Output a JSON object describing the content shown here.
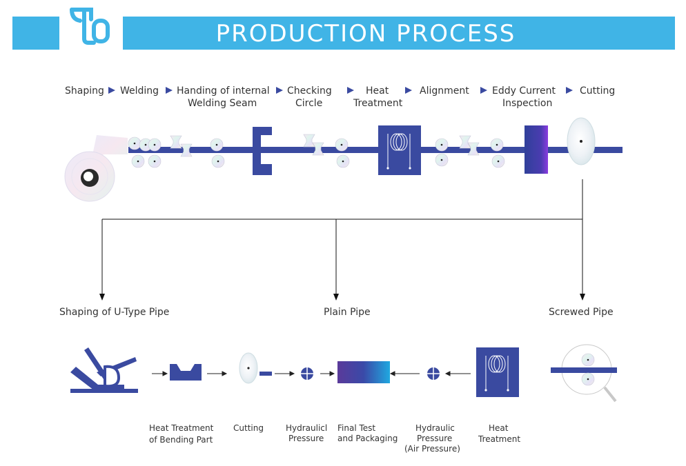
{
  "header": {
    "title": "PRODUCTION PROCESS",
    "accent_color": "#40b4e6",
    "logo_icon": "company-logo-icon"
  },
  "main_line": {
    "steps": [
      {
        "label_l1": "Shaping",
        "label_l2": ""
      },
      {
        "label_l1": "Welding",
        "label_l2": ""
      },
      {
        "label_l1": "Handing of internal",
        "label_l2": "Welding Seam"
      },
      {
        "label_l1": "Checking",
        "label_l2": "Circle"
      },
      {
        "label_l1": "Heat",
        "label_l2": "Treatment"
      },
      {
        "label_l1": "Alignment",
        "label_l2": ""
      },
      {
        "label_l1": "Eddy Current",
        "label_l2": "Inspection"
      },
      {
        "label_l1": "Cutting",
        "label_l2": ""
      }
    ],
    "pipe_color": "#3a4aa0"
  },
  "branches": {
    "u_type": "Shaping of U-Type Pipe",
    "plain": "Plain Pipe",
    "screwed": "Screwed Pipe"
  },
  "bottom_line": {
    "steps": [
      {
        "label_l1": "Heat Treatment",
        "label_l2": "of Bending Part",
        "label_l3": ""
      },
      {
        "label_l1": "Cutting",
        "label_l2": "",
        "label_l3": ""
      },
      {
        "label_l1": "Hydraulicl",
        "label_l2": "Pressure",
        "label_l3": ""
      },
      {
        "label_l1": "Final Test",
        "label_l2": "and Packaging",
        "label_l3": ""
      },
      {
        "label_l1": "Hydraulic",
        "label_l2": "Pressure",
        "label_l3": "(Air Pressure)"
      },
      {
        "label_l1": "Heat",
        "label_l2": "Treatment",
        "label_l3": ""
      }
    ]
  }
}
